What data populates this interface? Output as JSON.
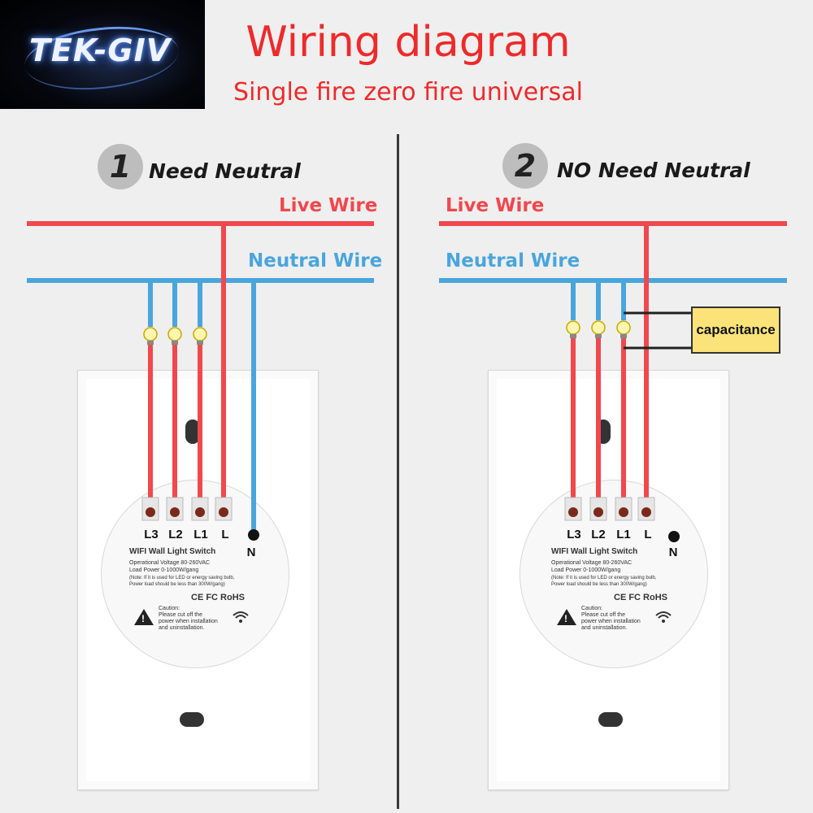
{
  "logo": {
    "text": "TEK-GIV"
  },
  "header": {
    "title": "Wiring diagram",
    "subtitle": "Single fire zero fire universal"
  },
  "panel_left": {
    "number": "1",
    "title": "Need Neutral",
    "live_label": "Live Wire",
    "neutral_label": "Neutral Wire",
    "terminals": [
      "L3",
      "L2",
      "L1",
      "L"
    ],
    "neutral_terminal": "N"
  },
  "panel_right": {
    "number": "2",
    "title": "NO Need Neutral",
    "live_label": "Live Wire",
    "neutral_label": "Neutral Wire",
    "terminals": [
      "L3",
      "L2",
      "L1",
      "L"
    ],
    "neutral_terminal": "N",
    "capacitance_label": "capacitance"
  },
  "module": {
    "product": "WIFI Wall Light Switch",
    "voltage": "Operational Voltage 80-260VAC",
    "load": "Load Power 0-1000W/gang",
    "note1": "(Note: If it is used for LED or energy saving bulb,",
    "note2": "Power load should be less than 300W/gang)",
    "marks": "CE FC RoHS",
    "caution_title": "Caution:",
    "caution_1": "Please cut off the",
    "caution_2": "power when installation",
    "caution_3": "and uninstallation."
  },
  "colors": {
    "live": "#f0484d",
    "neutral": "#4aa5dc",
    "title": "#ee2a2a",
    "capacitor": "#fbe37a"
  },
  "icons": [
    "bulb-icon",
    "caution-icon",
    "wifi-icon"
  ]
}
